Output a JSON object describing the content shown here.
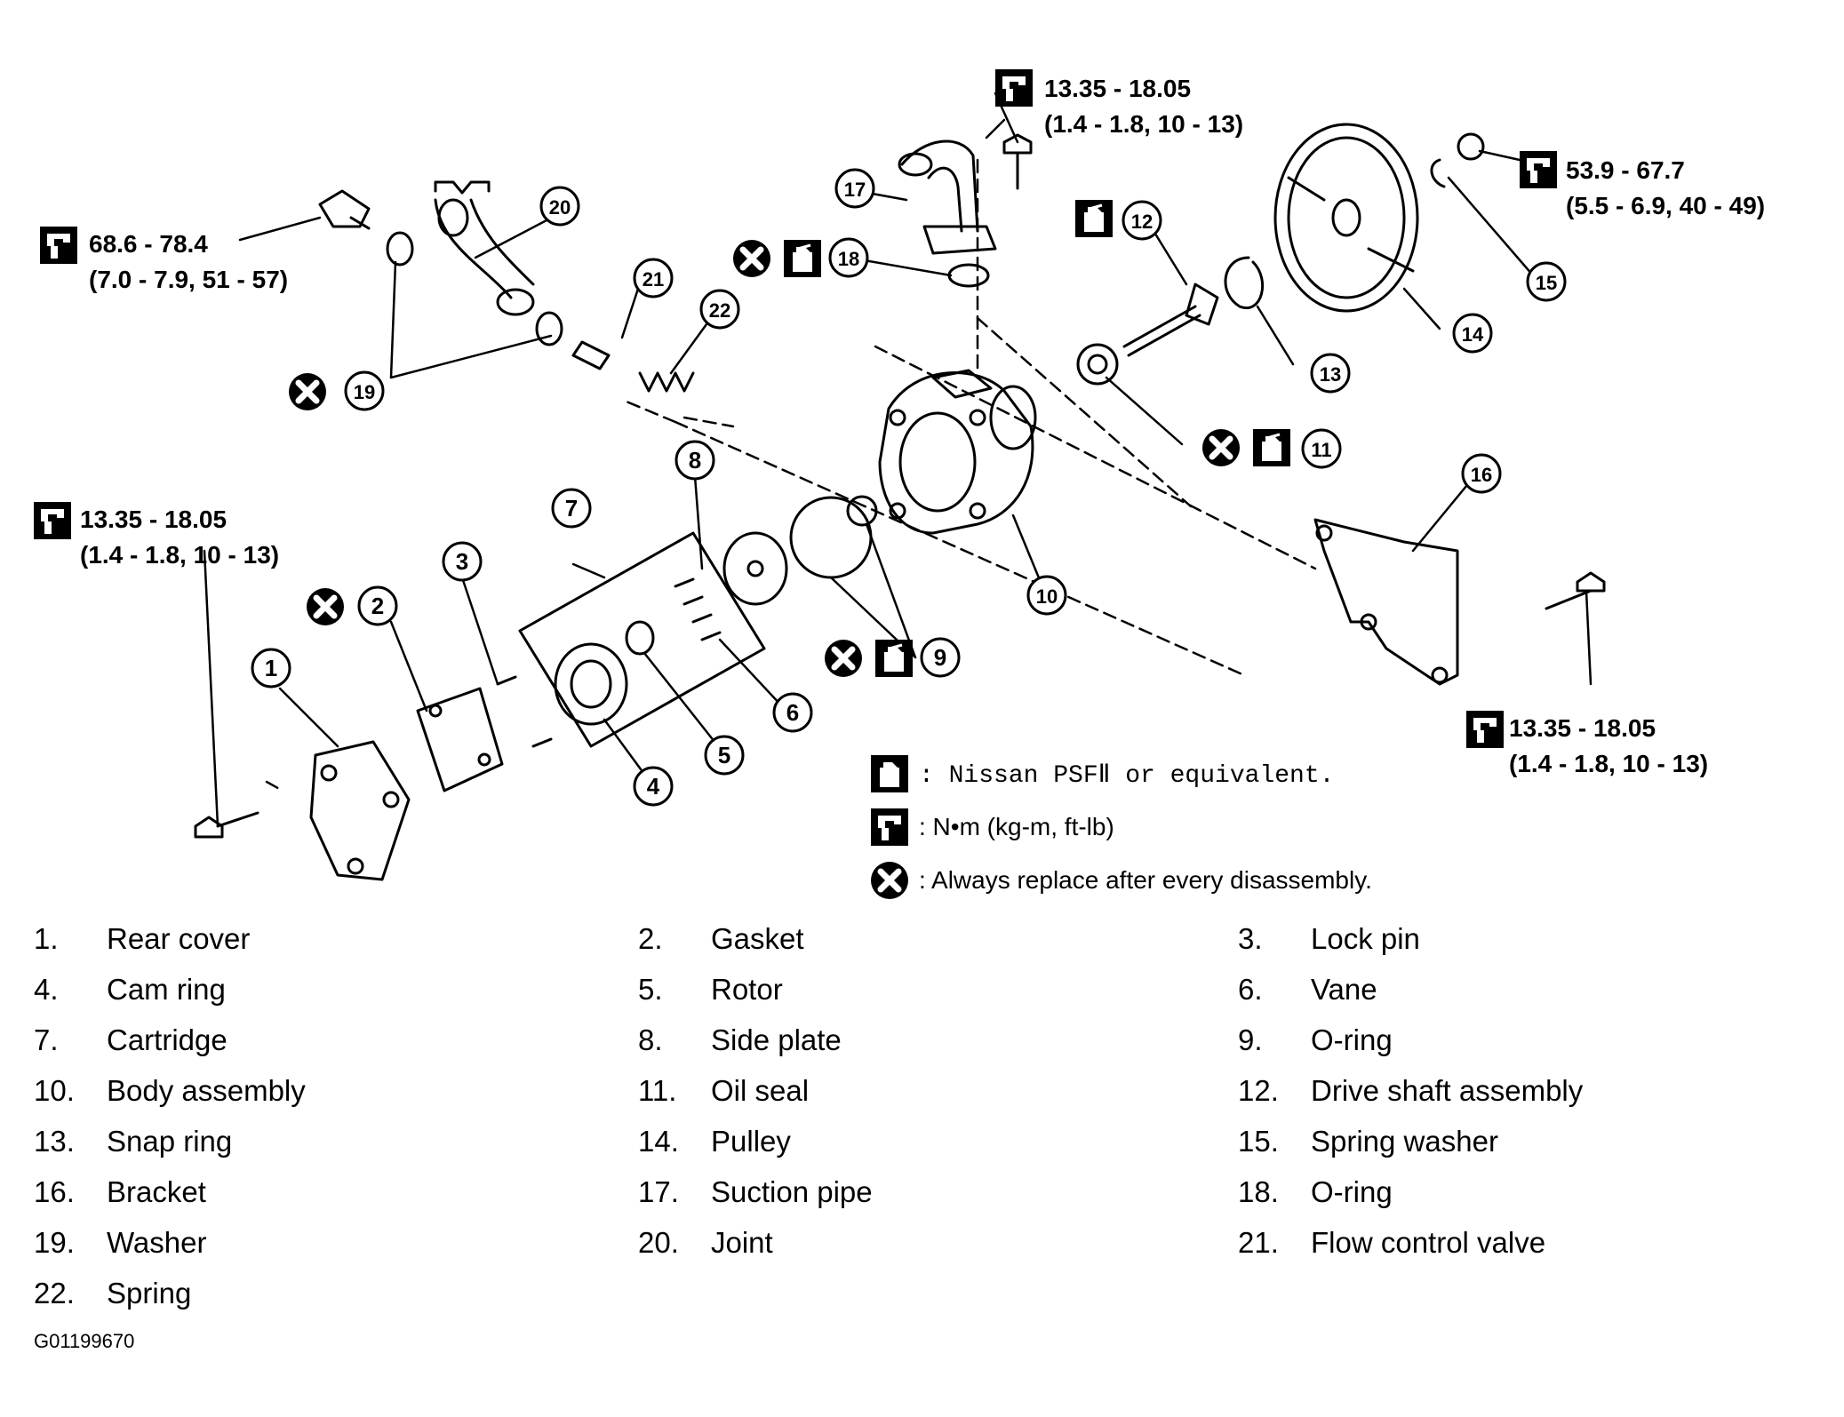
{
  "callouts": [
    "1",
    "2",
    "3",
    "4",
    "5",
    "6",
    "7",
    "8",
    "9",
    "10",
    "11",
    "12",
    "13",
    "14",
    "15",
    "16",
    "17",
    "18",
    "19",
    "20",
    "21",
    "22"
  ],
  "torque_specs": [
    {
      "id": "t-top",
      "value": "13.35 - 18.05",
      "sub": "(1.4 - 1.8, 10 - 13)"
    },
    {
      "id": "t-left",
      "value": "68.6 - 78.4",
      "sub": "(7.0 - 7.9, 51 - 57)"
    },
    {
      "id": "t-right",
      "value": "53.9 - 67.7",
      "sub": "(5.5 - 6.9, 40 - 49)"
    },
    {
      "id": "t-cover",
      "value": "13.35 - 18.05",
      "sub": "(1.4 - 1.8, 10 - 13)"
    },
    {
      "id": "t-bracket",
      "value": "13.35 - 18.05",
      "sub": "(1.4 - 1.8, 10 - 13)"
    }
  ],
  "legend": [
    {
      "icon": "fluid-can-icon",
      "text": ": Nissan PSFⅡ  or equivalent."
    },
    {
      "icon": "torque-wrench-icon",
      "text": ":  N•m  (kg-m,  ft-lb)"
    },
    {
      "icon": "replace-x-icon",
      "text": ": Always replace after every disassembly."
    }
  ],
  "parts": [
    {
      "num": "1.",
      "name": "Rear cover"
    },
    {
      "num": "2.",
      "name": "Gasket"
    },
    {
      "num": "3.",
      "name": "Lock pin"
    },
    {
      "num": "4.",
      "name": "Cam ring"
    },
    {
      "num": "5.",
      "name": "Rotor"
    },
    {
      "num": "6.",
      "name": "Vane"
    },
    {
      "num": "7.",
      "name": "Cartridge"
    },
    {
      "num": "8.",
      "name": "Side plate"
    },
    {
      "num": "9.",
      "name": "O-ring"
    },
    {
      "num": "10.",
      "name": "Body assembly"
    },
    {
      "num": "11.",
      "name": "Oil seal"
    },
    {
      "num": "12.",
      "name": "Drive shaft assembly"
    },
    {
      "num": "13.",
      "name": "Snap ring"
    },
    {
      "num": "14.",
      "name": "Pulley"
    },
    {
      "num": "15.",
      "name": "Spring washer"
    },
    {
      "num": "16.",
      "name": "Bracket"
    },
    {
      "num": "17.",
      "name": "Suction pipe"
    },
    {
      "num": "18.",
      "name": "O-ring"
    },
    {
      "num": "19.",
      "name": "Washer"
    },
    {
      "num": "20.",
      "name": "Joint"
    },
    {
      "num": "21.",
      "name": "Flow control valve"
    },
    {
      "num": "22.",
      "name": "Spring"
    }
  ],
  "figure_code": "G01199670"
}
